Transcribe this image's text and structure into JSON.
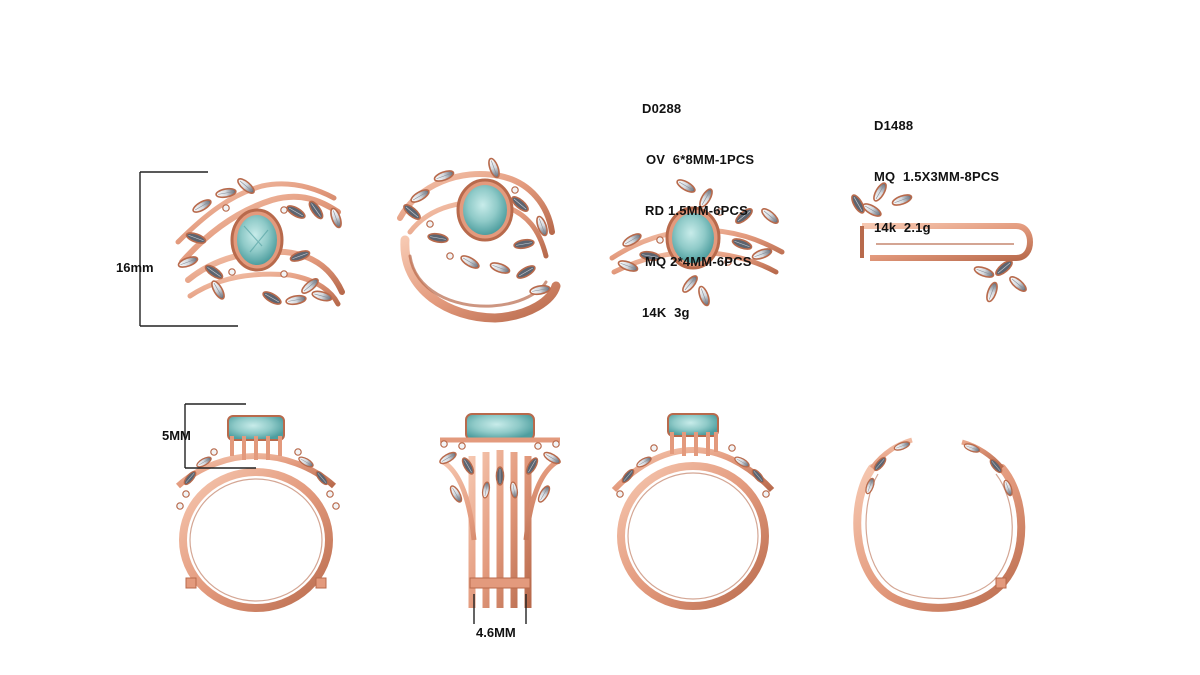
{
  "colors": {
    "metal": "#e39a7d",
    "metal_dark": "#b86a4c",
    "metal_light": "#f6c8b1",
    "stone": "#8fcac8",
    "stone_dark": "#4e9e9f",
    "diamond": "#eef1f4",
    "diamond_dark": "#5c6470",
    "dimension_line": "#222222"
  },
  "spec_main": {
    "code": "D0288",
    "line_1": "OV  6*8MM-1PCS",
    "line_2": "RD 1.5MM-6PCS",
    "line_3": "MQ 2*4MM-6PCS",
    "line_4": "14K  3g"
  },
  "spec_jacket": {
    "code": "D1488",
    "line_1": "MQ  1.5X3MM-8PCS",
    "line_2": "14k  2.1g"
  },
  "dimensions": {
    "height": "16mm",
    "setting_height": "5MM",
    "band_width": "4.6MM"
  },
  "views": [
    {
      "name": "set-top-view"
    },
    {
      "name": "set-perspective-view"
    },
    {
      "name": "engagement-ring-top-view"
    },
    {
      "name": "jacket-top-view"
    },
    {
      "name": "set-front-view"
    },
    {
      "name": "set-side-view"
    },
    {
      "name": "engagement-ring-front-view"
    },
    {
      "name": "jacket-front-view"
    }
  ]
}
